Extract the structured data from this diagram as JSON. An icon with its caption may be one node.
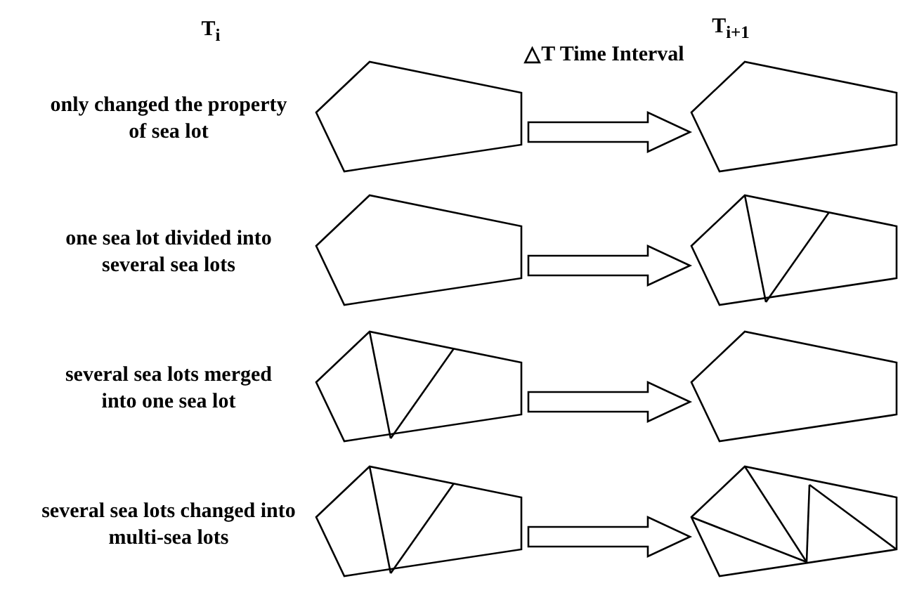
{
  "diagram": {
    "nodes": [
      {
        "text": [],
        "shape": "polygon"
      },
      {
        "text": [],
        "shape": "polygon"
      },
      {
        "text": [],
        "shape": "polygon"
      },
      {
        "text": [],
        "shape": "polygon"
      },
      {
        "text": [],
        "shape": "polygon"
      },
      {
        "text": [],
        "shape": "polygon"
      },
      {
        "text": [],
        "shape": "polygon"
      },
      {
        "text": [],
        "shape": "polygon"
      }
    ],
    "edges": [
      {
        "from": 0,
        "to": 1,
        "arrow": "to"
      },
      {
        "from": 2,
        "to": 3,
        "arrow": "to"
      },
      {
        "from": 4,
        "to": 5,
        "arrow": "to"
      },
      {
        "from": 6,
        "to": 7,
        "arrow": "to"
      }
    ],
    "labels": [
      "T$_{i}$",
      "T$_{i+1}$",
      "△T Time Interval",
      "only changed the property of sea lot",
      "one sea lot divided into several sea lots",
      "several sea lots merged into one sea lot",
      "several sea lots changed into multi-sea lots"
    ]
  }
}
